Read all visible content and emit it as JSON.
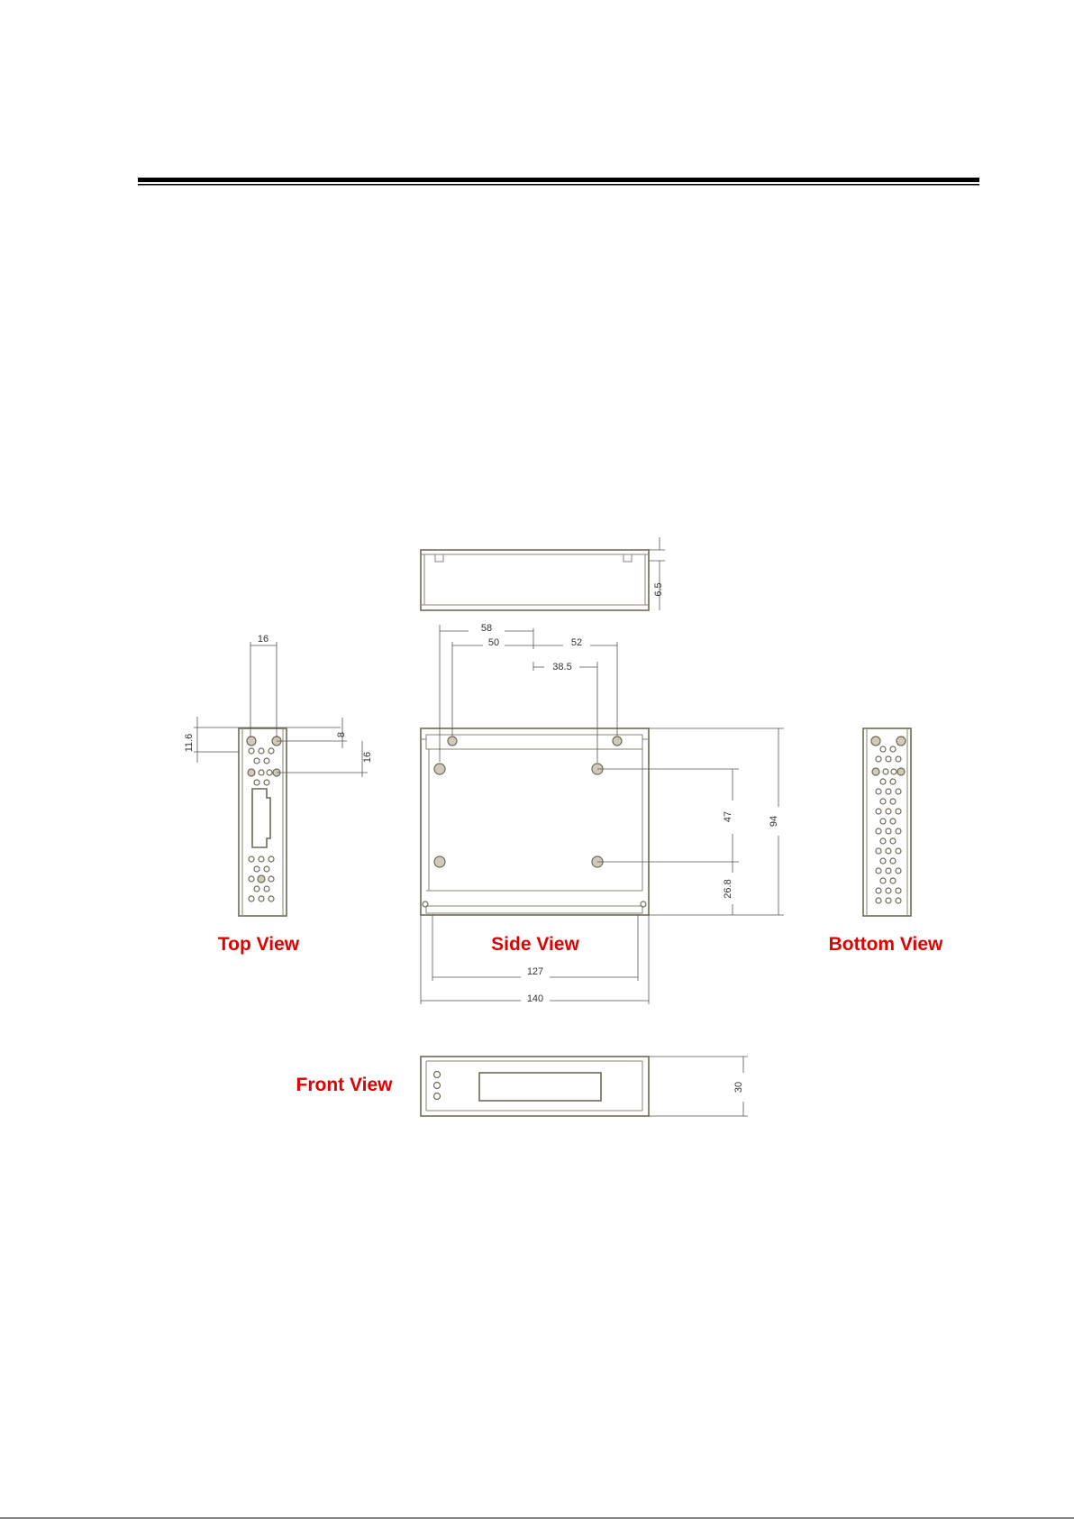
{
  "views": {
    "top": "Top View",
    "side": "Side View",
    "bottom": "Bottom View",
    "front": "Front View"
  },
  "dimensions": {
    "top_depth": "6.5",
    "top_view_width": "16",
    "top_view_offset_left": "11.6",
    "top_view_offset_right": "8",
    "top_view_spacing": "16",
    "side_58": "58",
    "side_50": "50",
    "side_52": "52",
    "side_38_5": "38.5",
    "side_47": "47",
    "side_94": "94",
    "side_26_8": "26.8",
    "side_127": "127",
    "side_140": "140",
    "front_30": "30"
  },
  "colors": {
    "label": "#e00000",
    "outline": "#6f6a58"
  }
}
